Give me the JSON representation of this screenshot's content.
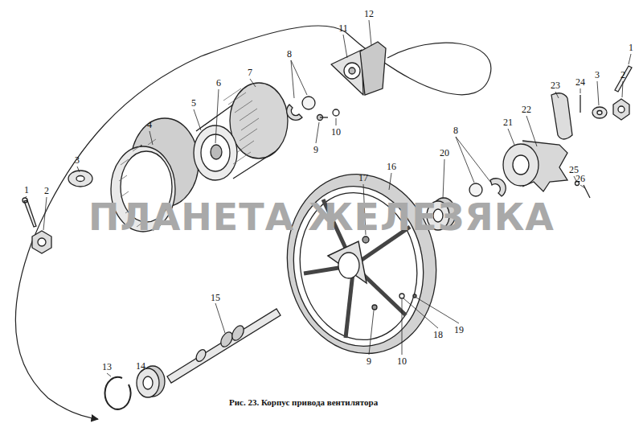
{
  "diagram": {
    "caption": "Рис. 23. Корпус привода вентилятора",
    "labels": [
      "12",
      "11",
      "8",
      "1",
      "7",
      "2",
      "6",
      "23",
      "24",
      "3",
      "5",
      "4",
      "22",
      "21",
      "8",
      "10",
      "9",
      "20",
      "3",
      "17",
      "1",
      "2",
      "16",
      "25",
      "26",
      "15",
      "19",
      "18",
      "9",
      "10",
      "14",
      "13",
      "ПЛАНЕТА ЖЕЛЕЗЯКА"
    ]
  }
}
